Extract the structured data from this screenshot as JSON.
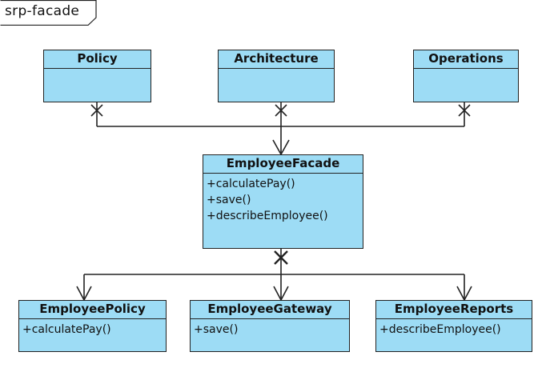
{
  "frame": {
    "name": "srp-facade"
  },
  "classes": {
    "policy": {
      "name": "Policy",
      "operations": []
    },
    "architecture": {
      "name": "Architecture",
      "operations": []
    },
    "operations": {
      "name": "Operations",
      "operations": []
    },
    "employee_facade": {
      "name": "EmployeeFacade",
      "operations": [
        "+calculatePay()",
        "+save()",
        "+describeEmployee()"
      ]
    },
    "employee_policy": {
      "name": "EmployeePolicy",
      "operations": [
        "+calculatePay()"
      ]
    },
    "employee_gateway": {
      "name": "EmployeeGateway",
      "operations": [
        "+save()"
      ]
    },
    "employee_reports": {
      "name": "EmployeeReports",
      "operations": [
        "+describeEmployee()"
      ]
    }
  },
  "colors": {
    "class_fill": "#9ddcf5",
    "line": "#222222"
  }
}
